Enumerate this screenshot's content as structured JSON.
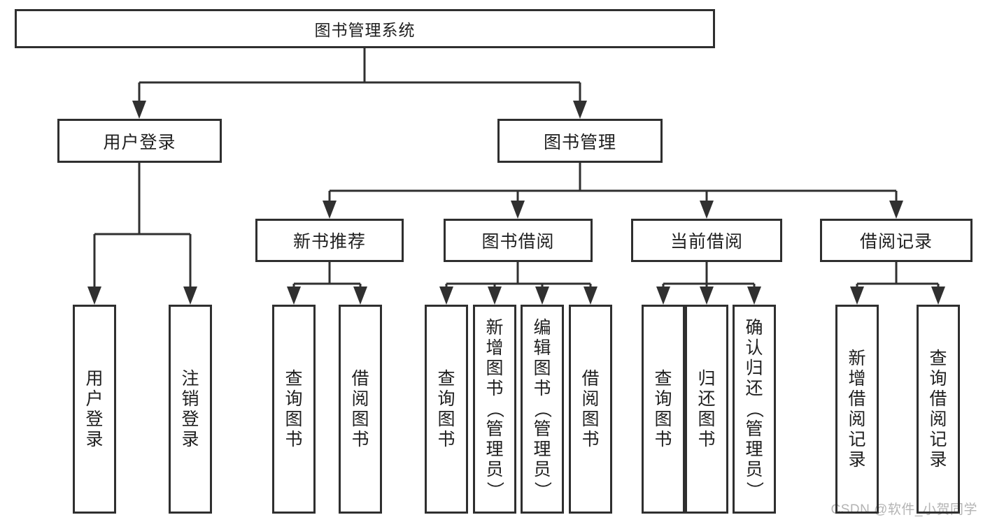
{
  "nodes": {
    "root": "图书管理系统",
    "user_login": "用户登录",
    "book_management": "图书管理",
    "new_book_recommend": "新书推荐",
    "book_borrow": "图书借阅",
    "current_borrow": "当前借阅",
    "borrow_records": "借阅记录",
    "leaf_user_login": "用户登录",
    "leaf_logout": "注销登录",
    "leaf_nb_query_books": "查询图书",
    "leaf_nb_borrow_books": "借阅图书",
    "leaf_bb_query_books": "查询图书",
    "leaf_bb_add_book_admin": "新增图书（管理员）",
    "leaf_bb_edit_book_admin": "编辑图书（管理员）",
    "leaf_bb_borrow_books": "借阅图书",
    "leaf_cb_query_books": "查询图书",
    "leaf_cb_return_book": "归还图书",
    "leaf_cb_confirm_return_admin": "确认归还（管理员）",
    "leaf_br_add_record": "新增借阅记录",
    "leaf_br_query_record": "查询借阅记录"
  },
  "edges": [
    [
      "root",
      "user_login"
    ],
    [
      "root",
      "book_management"
    ],
    [
      "user_login",
      "leaf_user_login"
    ],
    [
      "user_login",
      "leaf_logout"
    ],
    [
      "book_management",
      "new_book_recommend"
    ],
    [
      "book_management",
      "book_borrow"
    ],
    [
      "book_management",
      "current_borrow"
    ],
    [
      "book_management",
      "borrow_records"
    ],
    [
      "new_book_recommend",
      "leaf_nb_query_books"
    ],
    [
      "new_book_recommend",
      "leaf_nb_borrow_books"
    ],
    [
      "book_borrow",
      "leaf_bb_query_books"
    ],
    [
      "book_borrow",
      "leaf_bb_add_book_admin"
    ],
    [
      "book_borrow",
      "leaf_bb_edit_book_admin"
    ],
    [
      "book_borrow",
      "leaf_bb_borrow_books"
    ],
    [
      "current_borrow",
      "leaf_cb_query_books"
    ],
    [
      "current_borrow",
      "leaf_cb_return_book"
    ],
    [
      "current_borrow",
      "leaf_cb_confirm_return_admin"
    ],
    [
      "borrow_records",
      "leaf_br_add_record"
    ],
    [
      "borrow_records",
      "leaf_br_query_record"
    ]
  ],
  "watermark": "CSDN @软件_小贺同学",
  "colors": {
    "line": "#303030",
    "box_border": "#2f2f2f",
    "text": "#1f1f1f",
    "watermark": "#b4b4b4",
    "background": "#ffffff"
  }
}
